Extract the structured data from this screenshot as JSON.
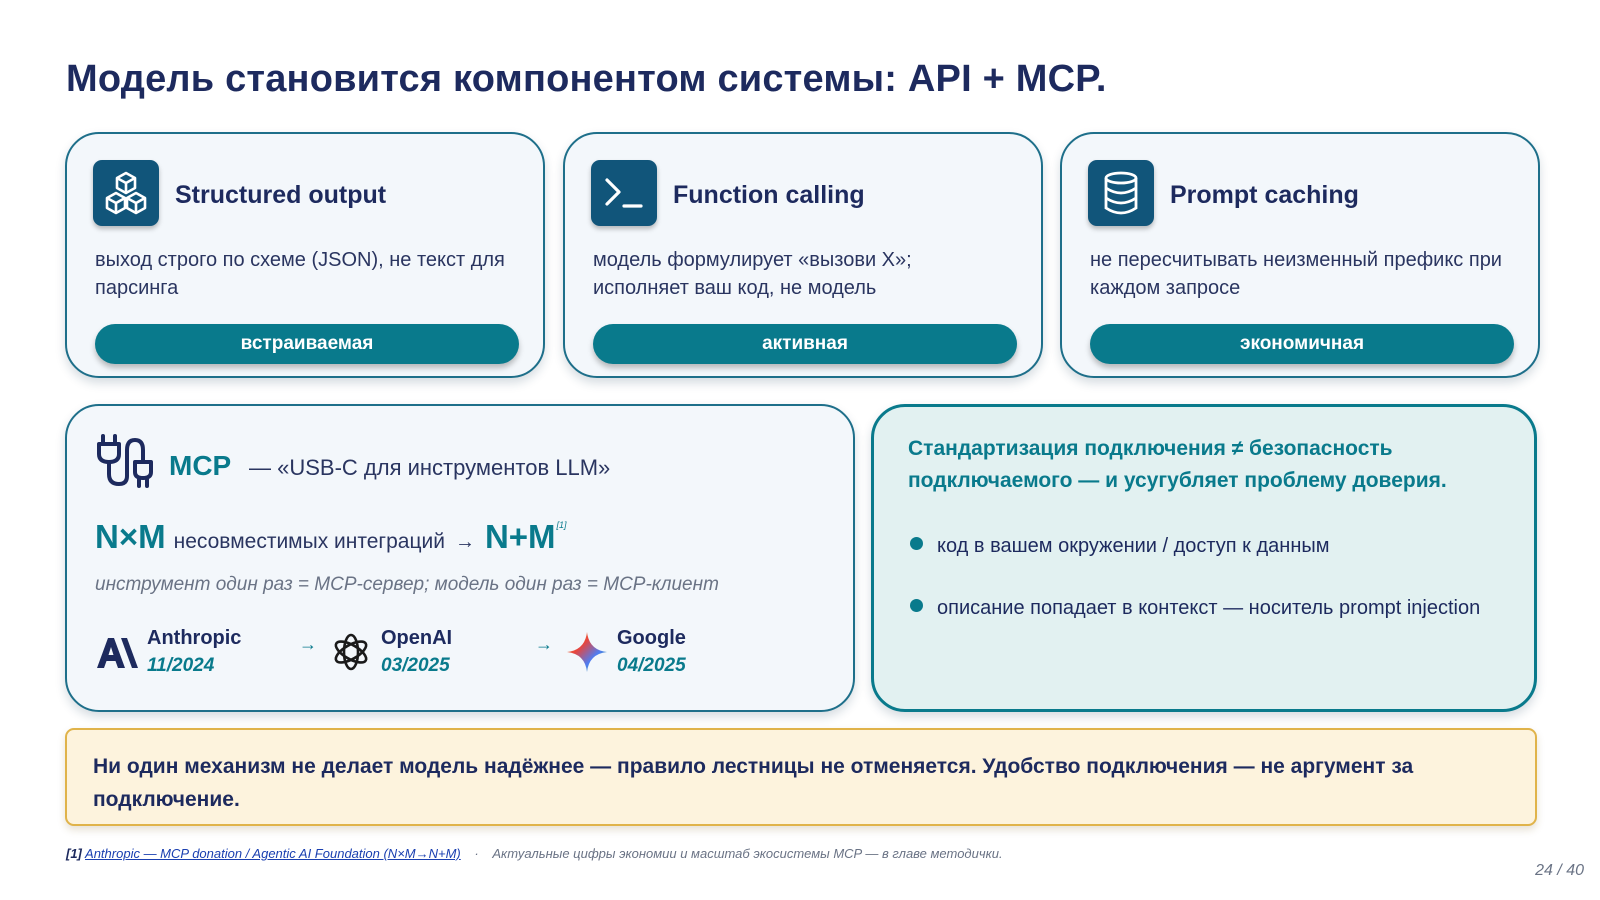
{
  "title": "Модель становится компонентом системы: API + MCP.",
  "cards": [
    {
      "icon": "cubes-icon",
      "title": "Structured output",
      "desc": "выход строго по схеме (JSON), не текст для парсинга",
      "tag": "встраиваемая"
    },
    {
      "icon": "terminal-icon",
      "title": "Function calling",
      "desc": "модель формулирует «вызови X»; исполняет ваш код, не модель",
      "tag": "активная"
    },
    {
      "icon": "database-icon",
      "title": "Prompt caching",
      "desc": "не пересчитывать неизменный префикс при каждом запросе",
      "tag": "экономичная"
    }
  ],
  "mcp": {
    "icon": "plug-icon",
    "title": "MCP",
    "subtitle": "— «USB-C для инструментов LLM»",
    "formula_left": "N×M",
    "formula_text": "несовместимых интеграций",
    "formula_arrow": "→",
    "formula_right": "N+M",
    "formula_ref": "[1]",
    "note": "инструмент один раз = MCP-сервер; модель один раз = MCP-клиент",
    "vendors": [
      {
        "name": "Anthropic",
        "date": "11/2024",
        "icon": "anthropic-logo-icon"
      },
      {
        "name": "OpenAI",
        "date": "03/2025",
        "icon": "openai-logo-icon"
      },
      {
        "name": "Google",
        "date": "04/2025",
        "icon": "gemini-star-icon"
      }
    ],
    "arrow": "→"
  },
  "warning": {
    "title": "Стандартизация подключения ≠ безопасность подключаемого — и усугубляет проблему доверия.",
    "bullets": [
      "код в вашем окружении / доступ к данным",
      "описание попадает в контекст — носитель prompt injection"
    ]
  },
  "banner": "Ни один механизм не делает модель надёжнее — правило лестницы не отменяется. Удобство подключения — не аргумент за подключение.",
  "footer": {
    "ref": "[1]",
    "link": "Anthropic — MCP donation / Agentic AI Foundation (N×M→N+M)",
    "sep": "·",
    "note": "Актуальные цифры экономии и масштаб экосистемы MCP — в главе методички."
  },
  "page": "24 / 40",
  "colors": {
    "navy": "#1d2a5e",
    "teal": "#097a8c",
    "icon_bg": "#11557a",
    "banner_border": "#e0b34a",
    "banner_bg": "#fdf3dd"
  }
}
